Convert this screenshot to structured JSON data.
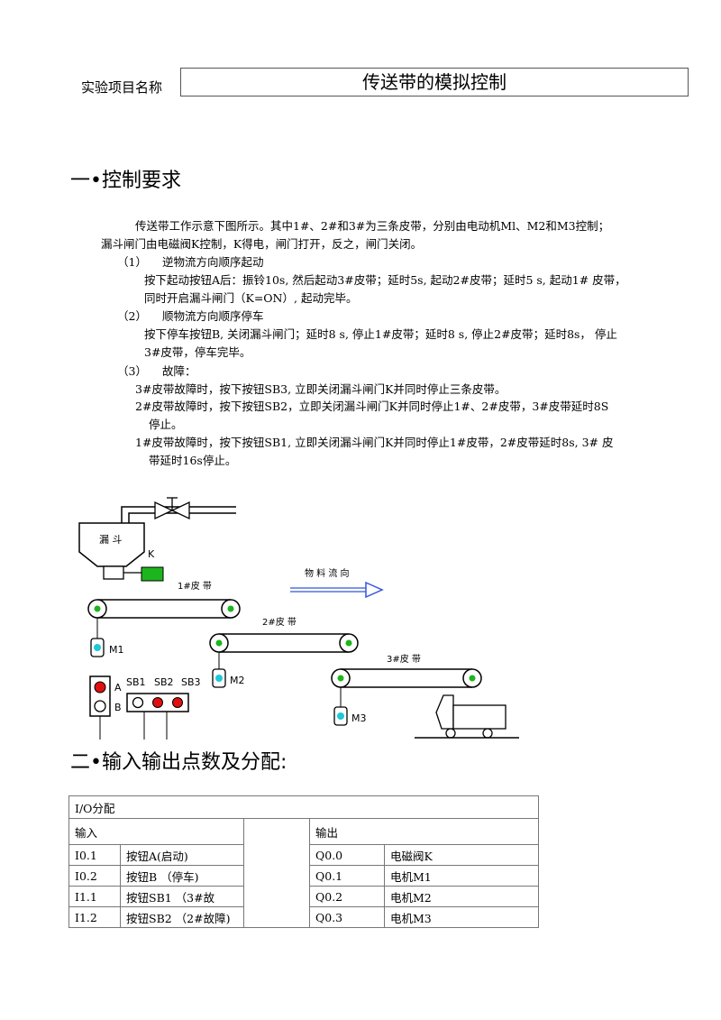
{
  "header": {
    "label": "实验项目名称",
    "title": "传送带的模拟控制"
  },
  "section1": {
    "heading": "一•控制要求",
    "intro_line1": "传送带工作示意下图所示。其中1#、2#和3#为三条皮带，分别由电动机Ml、M2和M3控制；",
    "intro_line2": "漏斗闸门由电磁阀K控制，K得电，闸门打开，反之，闸门关闭。",
    "item1_num": "（1）",
    "item1_title": "逆物流方向顺序起动",
    "item1_line1": "按下起动按钮A后：振铃10s, 然后起动3#皮带；延时5s, 起动2#皮带；延时5 s, 起动1# 皮带，",
    "item1_line2": "同时开启漏斗闸门（K=ON）, 起动完毕。",
    "item2_num": "（2）",
    "item2_title": "顺物流方向顺序停车",
    "item2_line1": "按下停车按钮B, 关闭漏斗闸门；延时8 s, 停止1#皮带；延时8 s, 停止2#皮带；延时8s，  停止",
    "item2_line2": "3#皮带，停车完毕。",
    "item3_num": "（3）",
    "item3_title": "故障：",
    "fault1": "3#皮带故障时，按下按钮SB3, 立即关闭漏斗闸门K并同时停止三条皮带。",
    "fault2_line1": "2#皮带故障时，按下按钮SB2，立即关闭漏斗闸门K并同时停止1#、2#皮带，3#皮带延时8S",
    "fault2_line2": "停止。",
    "fault3_line1": "1#皮带故障时，按下按钮SB1, 立即关闭漏斗闸门K并同时停止1#皮带，2#皮带延时8s,   3# 皮",
    "fault3_line2": "带延时16s停止。"
  },
  "diagram": {
    "hopper_label": "漏 斗",
    "valve_label": "K",
    "belt1_label": "1#皮 带",
    "belt2_label": "2#皮 带",
    "belt3_label": "3#皮 带",
    "flow_label": "物 料 流 向",
    "motor1": "M1",
    "motor2": "M2",
    "motor3": "M3",
    "btn_a": "A",
    "btn_b": "B",
    "sb1": "SB1",
    "sb2": "SB2",
    "sb3": "SB3",
    "valve_color": "#1db51d",
    "button_red": "#e01010",
    "motor_cyan": "#1ec8d8"
  },
  "section2": {
    "heading": "二•输入输出点数及分配:",
    "table_title": "I/O分配",
    "input_header": "输入",
    "output_header": "输出",
    "inputs": [
      {
        "addr": "I0.1",
        "desc": "按钮A(启动)"
      },
      {
        "addr": "I0.2",
        "desc": "按钮B （停车)"
      },
      {
        "addr": "I1.1",
        "desc": "按钮SB1 （3#故"
      },
      {
        "addr": "I1.2",
        "desc": "按钮SB2 （2#故障)"
      }
    ],
    "outputs": [
      {
        "addr": "Q0.0",
        "desc": "电磁阀K"
      },
      {
        "addr": "Q0.1",
        "desc": "电机M1"
      },
      {
        "addr": "Q0.2",
        "desc": "电机M2"
      },
      {
        "addr": "Q0.3",
        "desc": "电机M3"
      }
    ]
  }
}
